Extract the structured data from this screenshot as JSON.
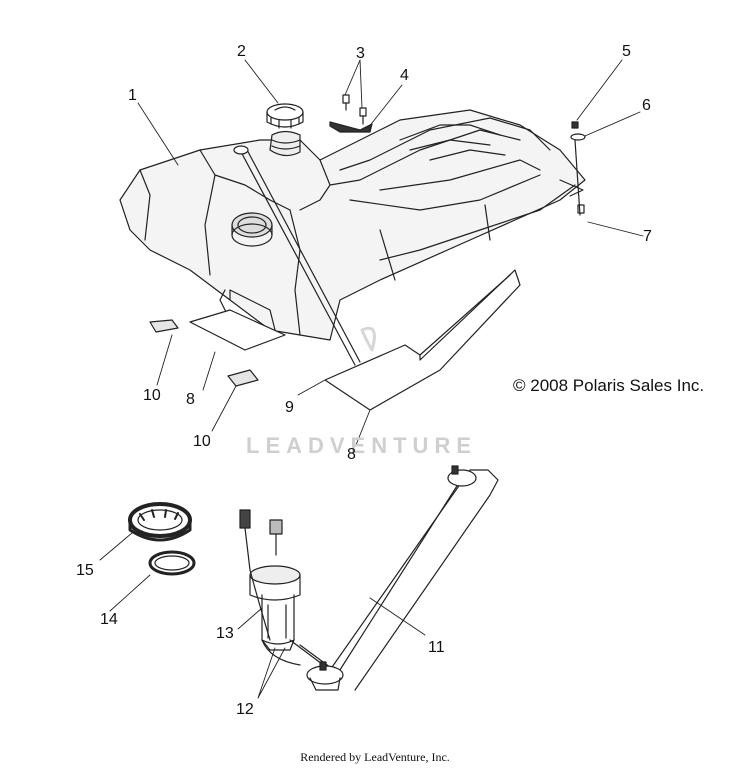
{
  "diagram": {
    "callouts": [
      {
        "id": "c1",
        "label": "1"
      },
      {
        "id": "c2",
        "label": "2"
      },
      {
        "id": "c3",
        "label": "3"
      },
      {
        "id": "c4",
        "label": "4"
      },
      {
        "id": "c5",
        "label": "5"
      },
      {
        "id": "c6",
        "label": "6"
      },
      {
        "id": "c7",
        "label": "7"
      },
      {
        "id": "c8a",
        "label": "8"
      },
      {
        "id": "c8b",
        "label": "8"
      },
      {
        "id": "c9",
        "label": "9"
      },
      {
        "id": "c10a",
        "label": "10"
      },
      {
        "id": "c10b",
        "label": "10"
      },
      {
        "id": "c11",
        "label": "11"
      },
      {
        "id": "c12",
        "label": "12"
      },
      {
        "id": "c13",
        "label": "13"
      },
      {
        "id": "c14",
        "label": "14"
      },
      {
        "id": "c15",
        "label": "15"
      }
    ],
    "copyright": "© 2008 Polaris Sales Inc.",
    "watermark": "LEADVENTURE",
    "footer": "Rendered by LeadVenture, Inc."
  },
  "colors": {
    "line": "#222222",
    "shade": "#e6e6e6",
    "watermark": "#cfcfcf"
  }
}
